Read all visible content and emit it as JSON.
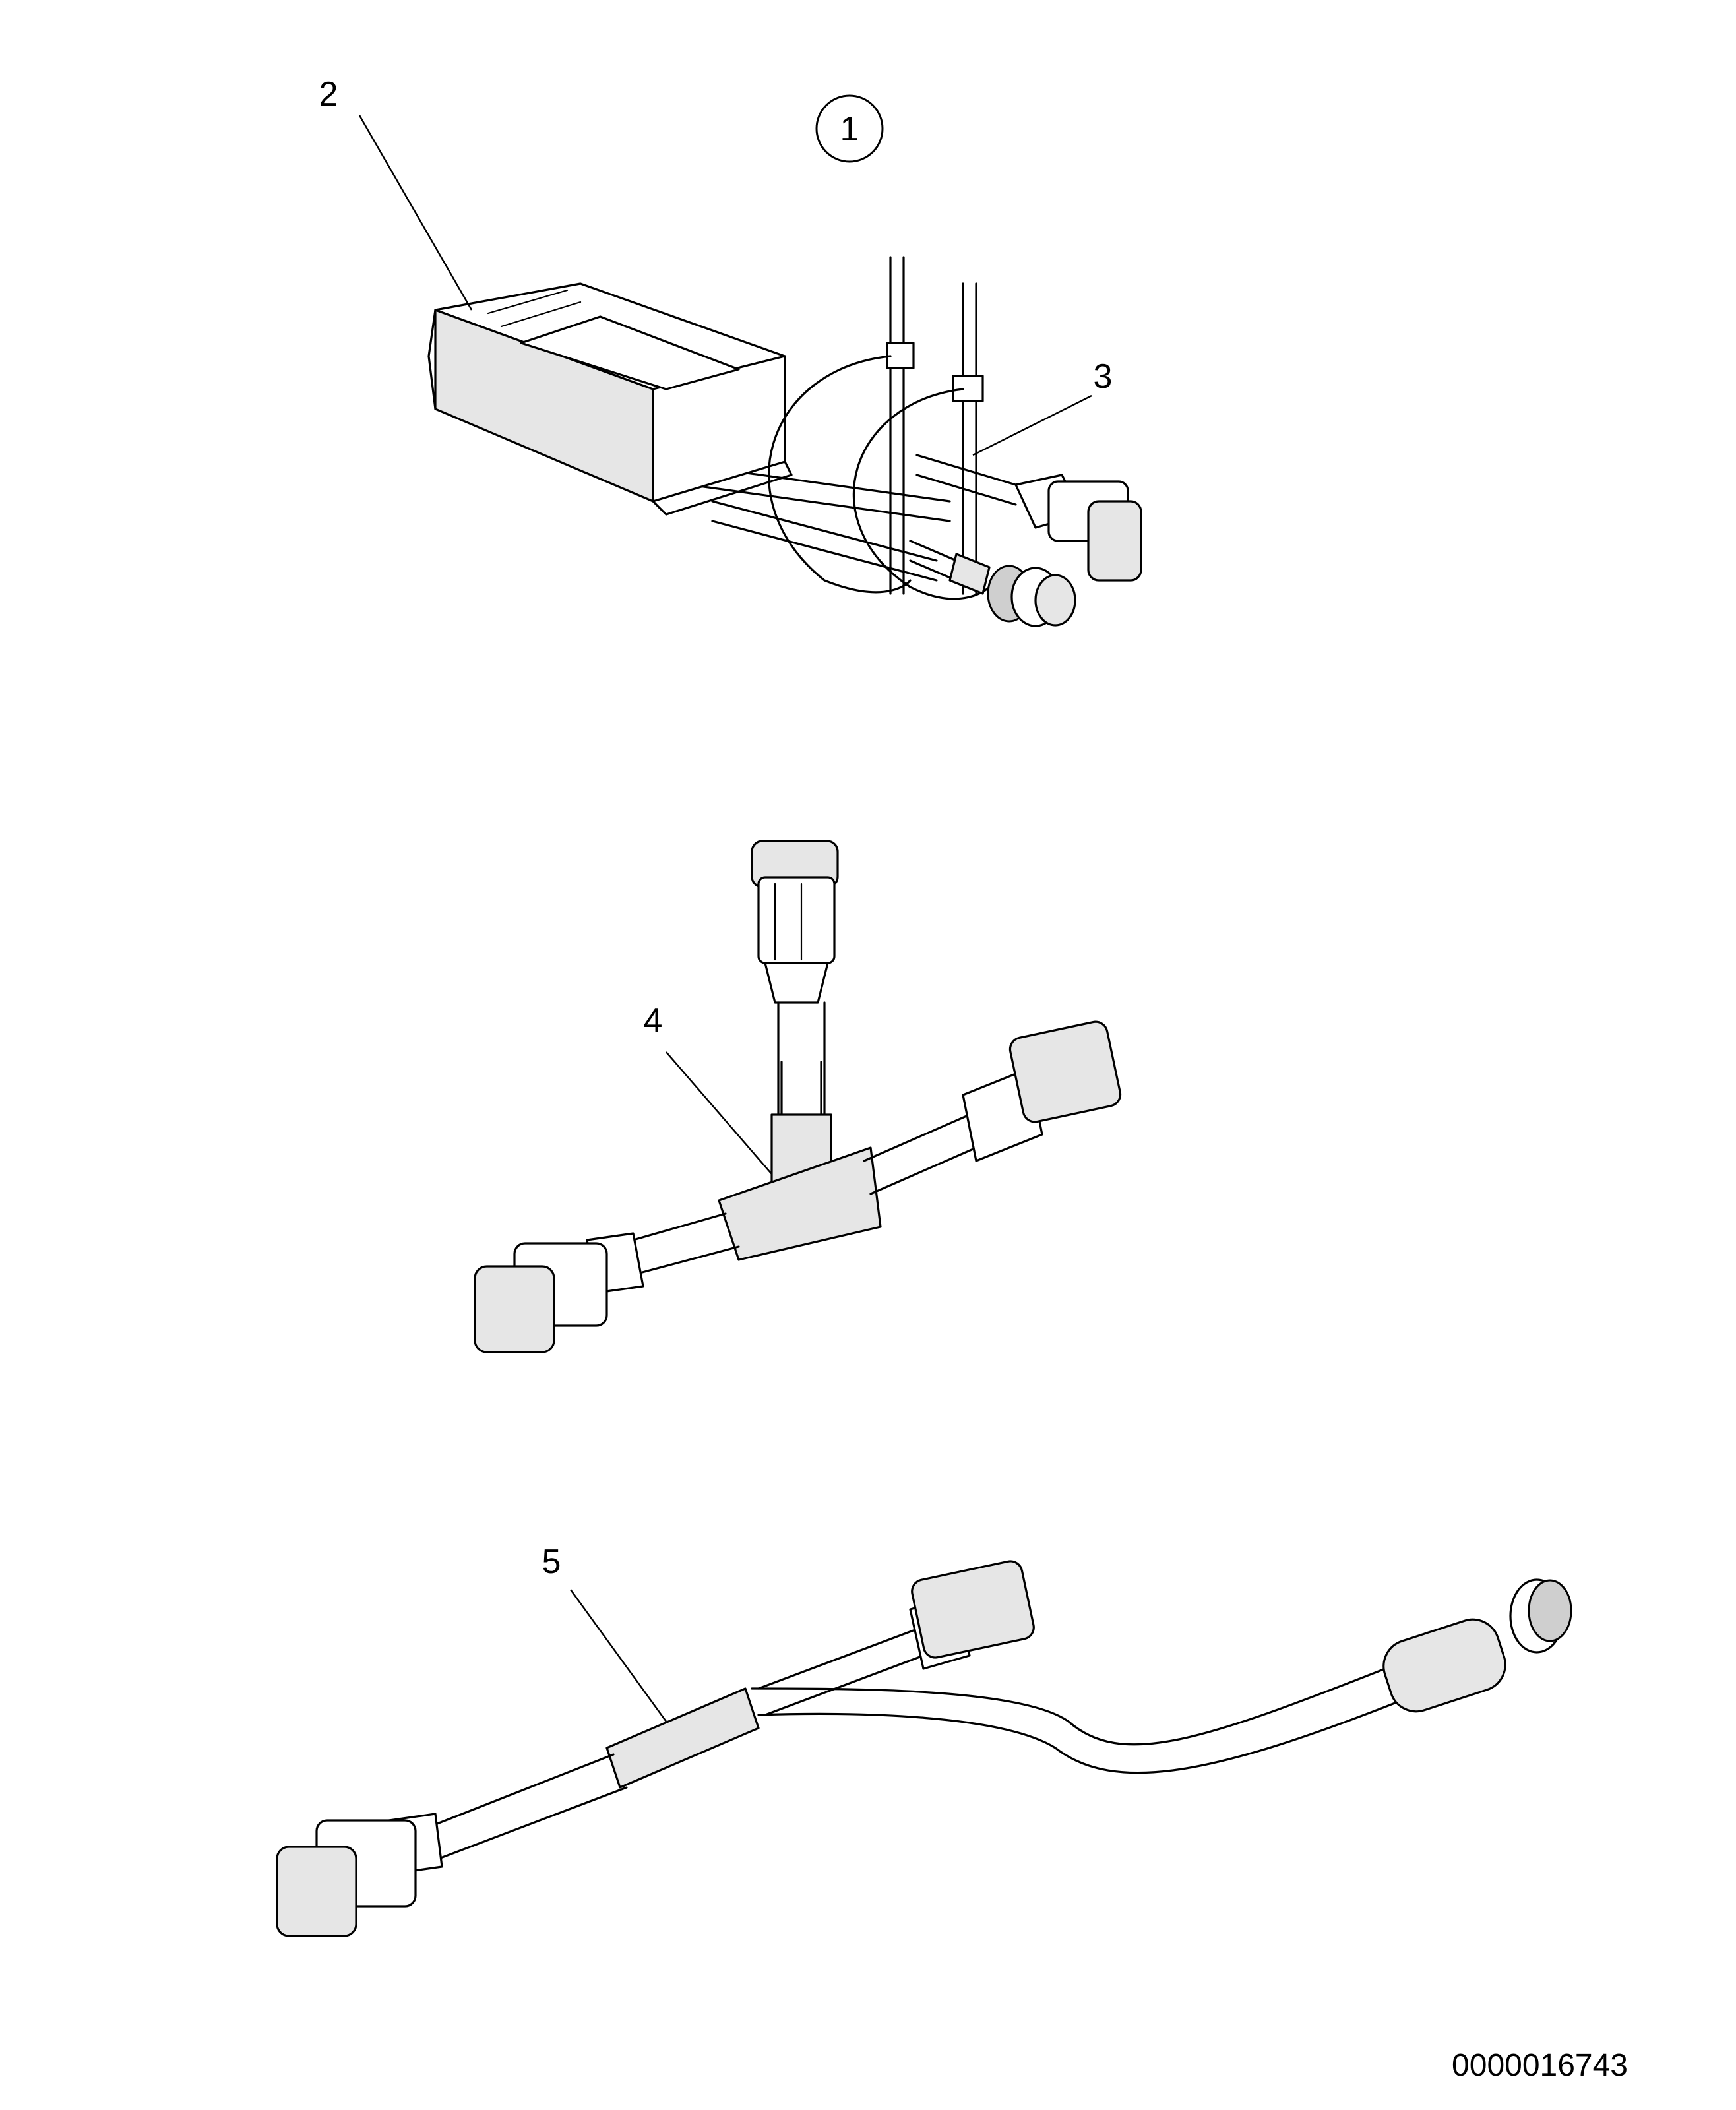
{
  "callouts": [
    {
      "id": "1",
      "label": "1",
      "circled": true
    },
    {
      "id": "2",
      "label": "2"
    },
    {
      "id": "3",
      "label": "3"
    },
    {
      "id": "4",
      "label": "4"
    },
    {
      "id": "5",
      "label": "5"
    }
  ],
  "drawing_number": "0000016743"
}
